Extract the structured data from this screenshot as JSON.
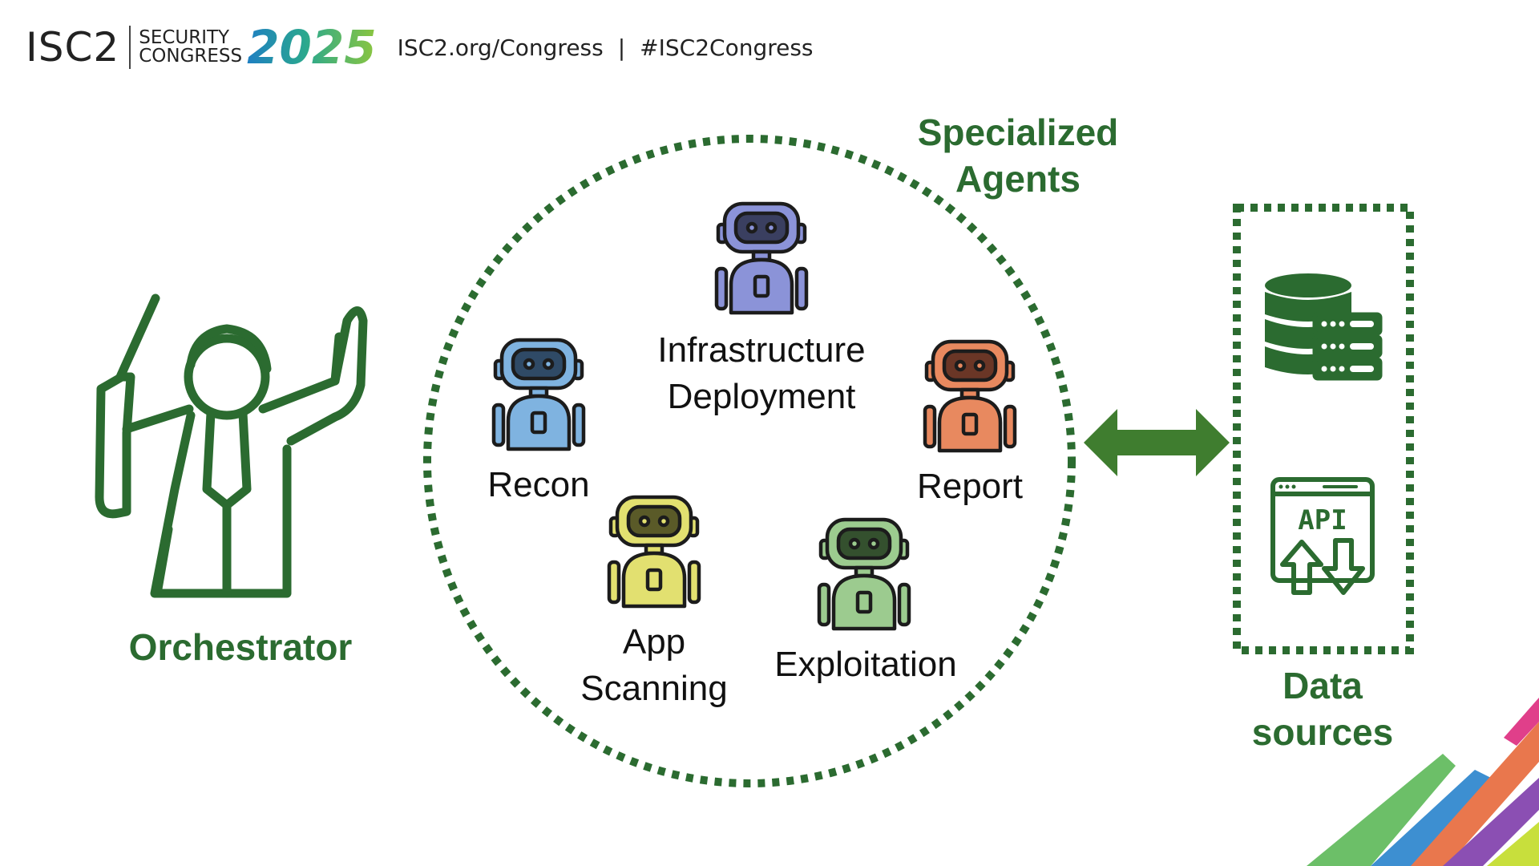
{
  "header": {
    "brand": "ISC2",
    "event_line1": "SECURITY",
    "event_line2": "CONGRESS",
    "year": "2025",
    "url": "ISC2.org/Congress",
    "separator": "|",
    "hashtag": "#ISC2Congress"
  },
  "diagram": {
    "orchestrator": "Orchestrator",
    "group_title": "Specialized\nAgents",
    "agents": {
      "infrastructure": "Infrastructure\nDeployment",
      "recon": "Recon",
      "report": "Report",
      "app_scanning": "App\nScanning",
      "exploitation": "Exploitation"
    },
    "data_sources_title": "Data\nsources",
    "api_text": "API"
  },
  "colors": {
    "green": "#2b6b30",
    "robot_infrastructure": "#8b93d8",
    "robot_recon": "#7fb3e0",
    "robot_report": "#e8895f",
    "robot_app_scanning": "#e2e070",
    "robot_exploitation": "#9ccb8f"
  },
  "icons": [
    "conductor-icon",
    "robot-icon",
    "database-icon",
    "api-icon",
    "bidirectional-arrow-icon"
  ]
}
